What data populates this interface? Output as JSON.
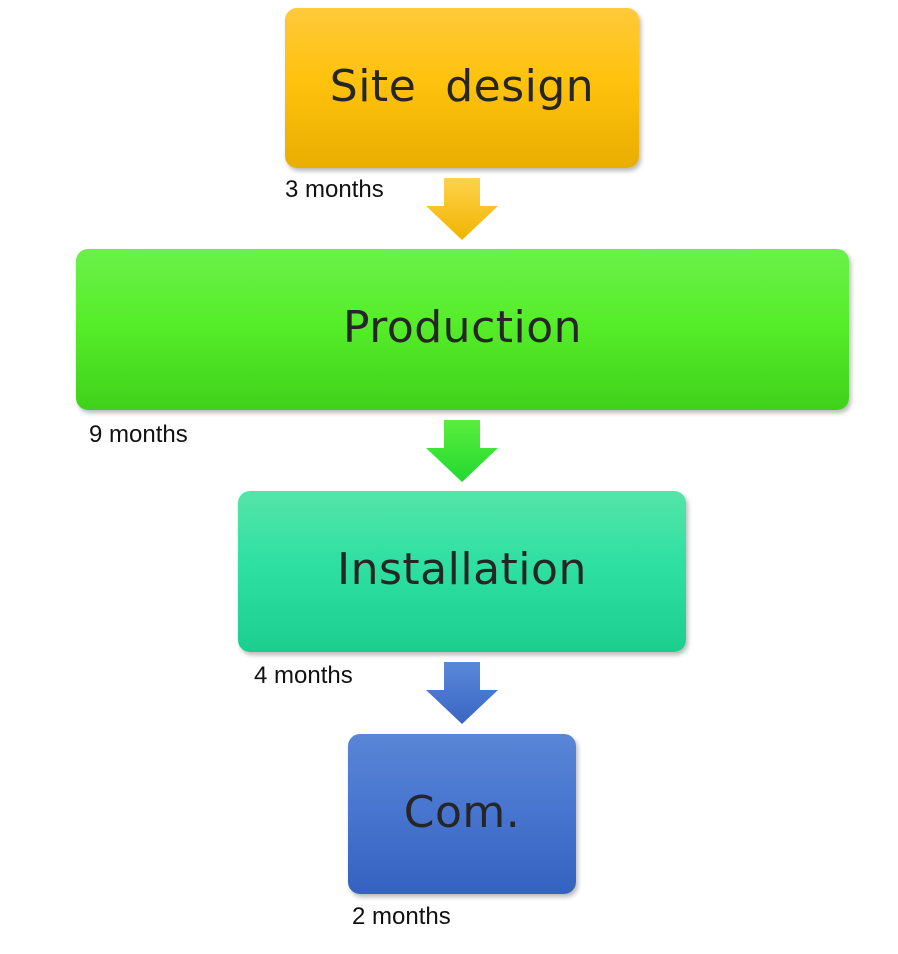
{
  "stages": [
    {
      "label": "Site  design",
      "duration": "3 months",
      "color": "#ffc20d"
    },
    {
      "label": "Production",
      "duration": "9 months",
      "color": "#56ee2a"
    },
    {
      "label": "Installation",
      "duration": "4 months",
      "color": "#2ee0a2"
    },
    {
      "label": "Com.",
      "duration": "2 months",
      "color": "#4876d0"
    }
  ],
  "arrows": [
    {
      "icon": "down-arrow-icon",
      "color": "#ffc20d"
    },
    {
      "icon": "down-arrow-icon",
      "color": "#3fe030"
    },
    {
      "icon": "down-arrow-icon",
      "color": "#4876d0"
    }
  ]
}
